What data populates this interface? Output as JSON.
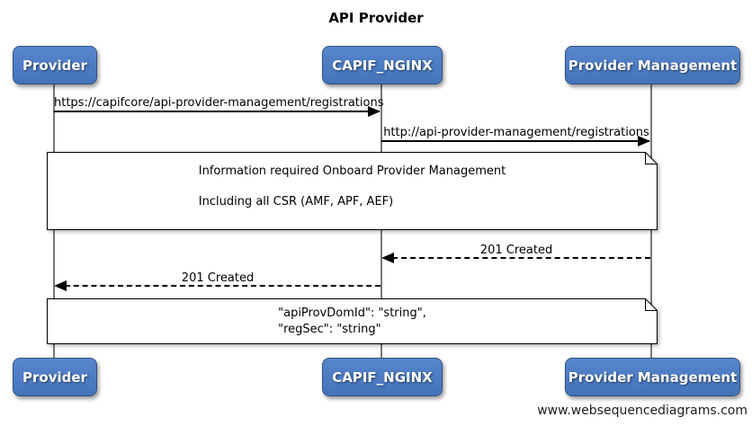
{
  "diagram": {
    "type": "sequence-diagram",
    "title": "API Provider",
    "watermark": "www.websequencediagrams.com"
  },
  "actors": [
    {
      "label": "Provider"
    },
    {
      "label": "CAPIF_NGINX"
    },
    {
      "label": "Provider Management"
    }
  ],
  "messages": [
    {
      "label": "https://capifcore/api-provider-management/registrations",
      "from": "Provider",
      "to": "CAPIF_NGINX",
      "line": "solid",
      "direction": "right"
    },
    {
      "label": "http://api-provider-management/registrations",
      "from": "CAPIF_NGINX",
      "to": "Provider Management",
      "line": "solid",
      "direction": "right"
    },
    {
      "label": "201 Created",
      "from": "Provider Management",
      "to": "CAPIF_NGINX",
      "line": "dashed",
      "direction": "left"
    },
    {
      "label": "201 Created",
      "from": "CAPIF_NGINX",
      "to": "Provider",
      "line": "dashed",
      "direction": "left"
    }
  ],
  "notes": [
    {
      "lines": [
        "Information required Onboard Provider Management",
        "Including all CSR (AMF, APF, AEF)"
      ],
      "span": [
        "Provider",
        "Provider Management"
      ]
    },
    {
      "lines": [
        "\"apiProvDomId\": \"string\",",
        "\"regSec\": \"string\""
      ],
      "span": [
        "Provider",
        "Provider Management"
      ]
    }
  ],
  "colors": {
    "actor_fill_top": "#5886ce",
    "actor_fill_bottom": "#4373b9",
    "actor_border": "#32517f",
    "note_fill": "#ffffff",
    "line": "#000000",
    "lifeline": "#787878"
  }
}
